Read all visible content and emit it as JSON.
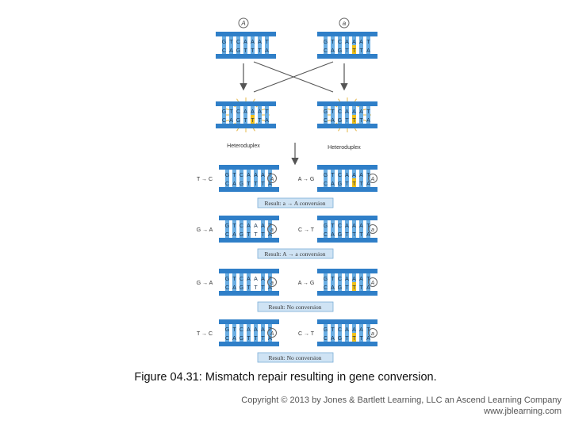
{
  "top_labels": {
    "left": "A",
    "right": "a"
  },
  "heteroduplex": {
    "left": "Heteroduplex",
    "right": "Heteroduplex"
  },
  "rows": [
    {
      "left_change": "T → C",
      "left_allele": "A",
      "right_change": "A → G",
      "right_allele": "A",
      "result": "Result: a → A conversion"
    },
    {
      "left_change": "G → A",
      "left_allele": "a",
      "right_change": "C → T",
      "right_allele": "a",
      "result": "Result: A → a conversion"
    },
    {
      "left_change": "G → A",
      "left_allele": "a",
      "right_change": "A → G",
      "right_allele": "A",
      "result": "Result: No conversion"
    },
    {
      "left_change": "T → C",
      "left_allele": "A",
      "right_change": "C → T",
      "right_allele": "a",
      "result": "Result: No conversion"
    }
  ],
  "dna": {
    "top_strand": "GTCAAAT",
    "bottom_strand": "CAGTTTA"
  },
  "colors": {
    "strand_blue": "#2f7fc8",
    "strand_light": "#6aaee3",
    "mismatch_yellow": "#f2c21a",
    "result_bg": "#cfe3f4",
    "result_border": "#7aaed8"
  },
  "caption": "Figure 04.31: Mismatch repair resulting in gene conversion.",
  "copyright": {
    "line1": "Copyright © 2013 by Jones & Bartlett Learning, LLC an Ascend Learning Company",
    "line2": "www.jblearning.com"
  }
}
